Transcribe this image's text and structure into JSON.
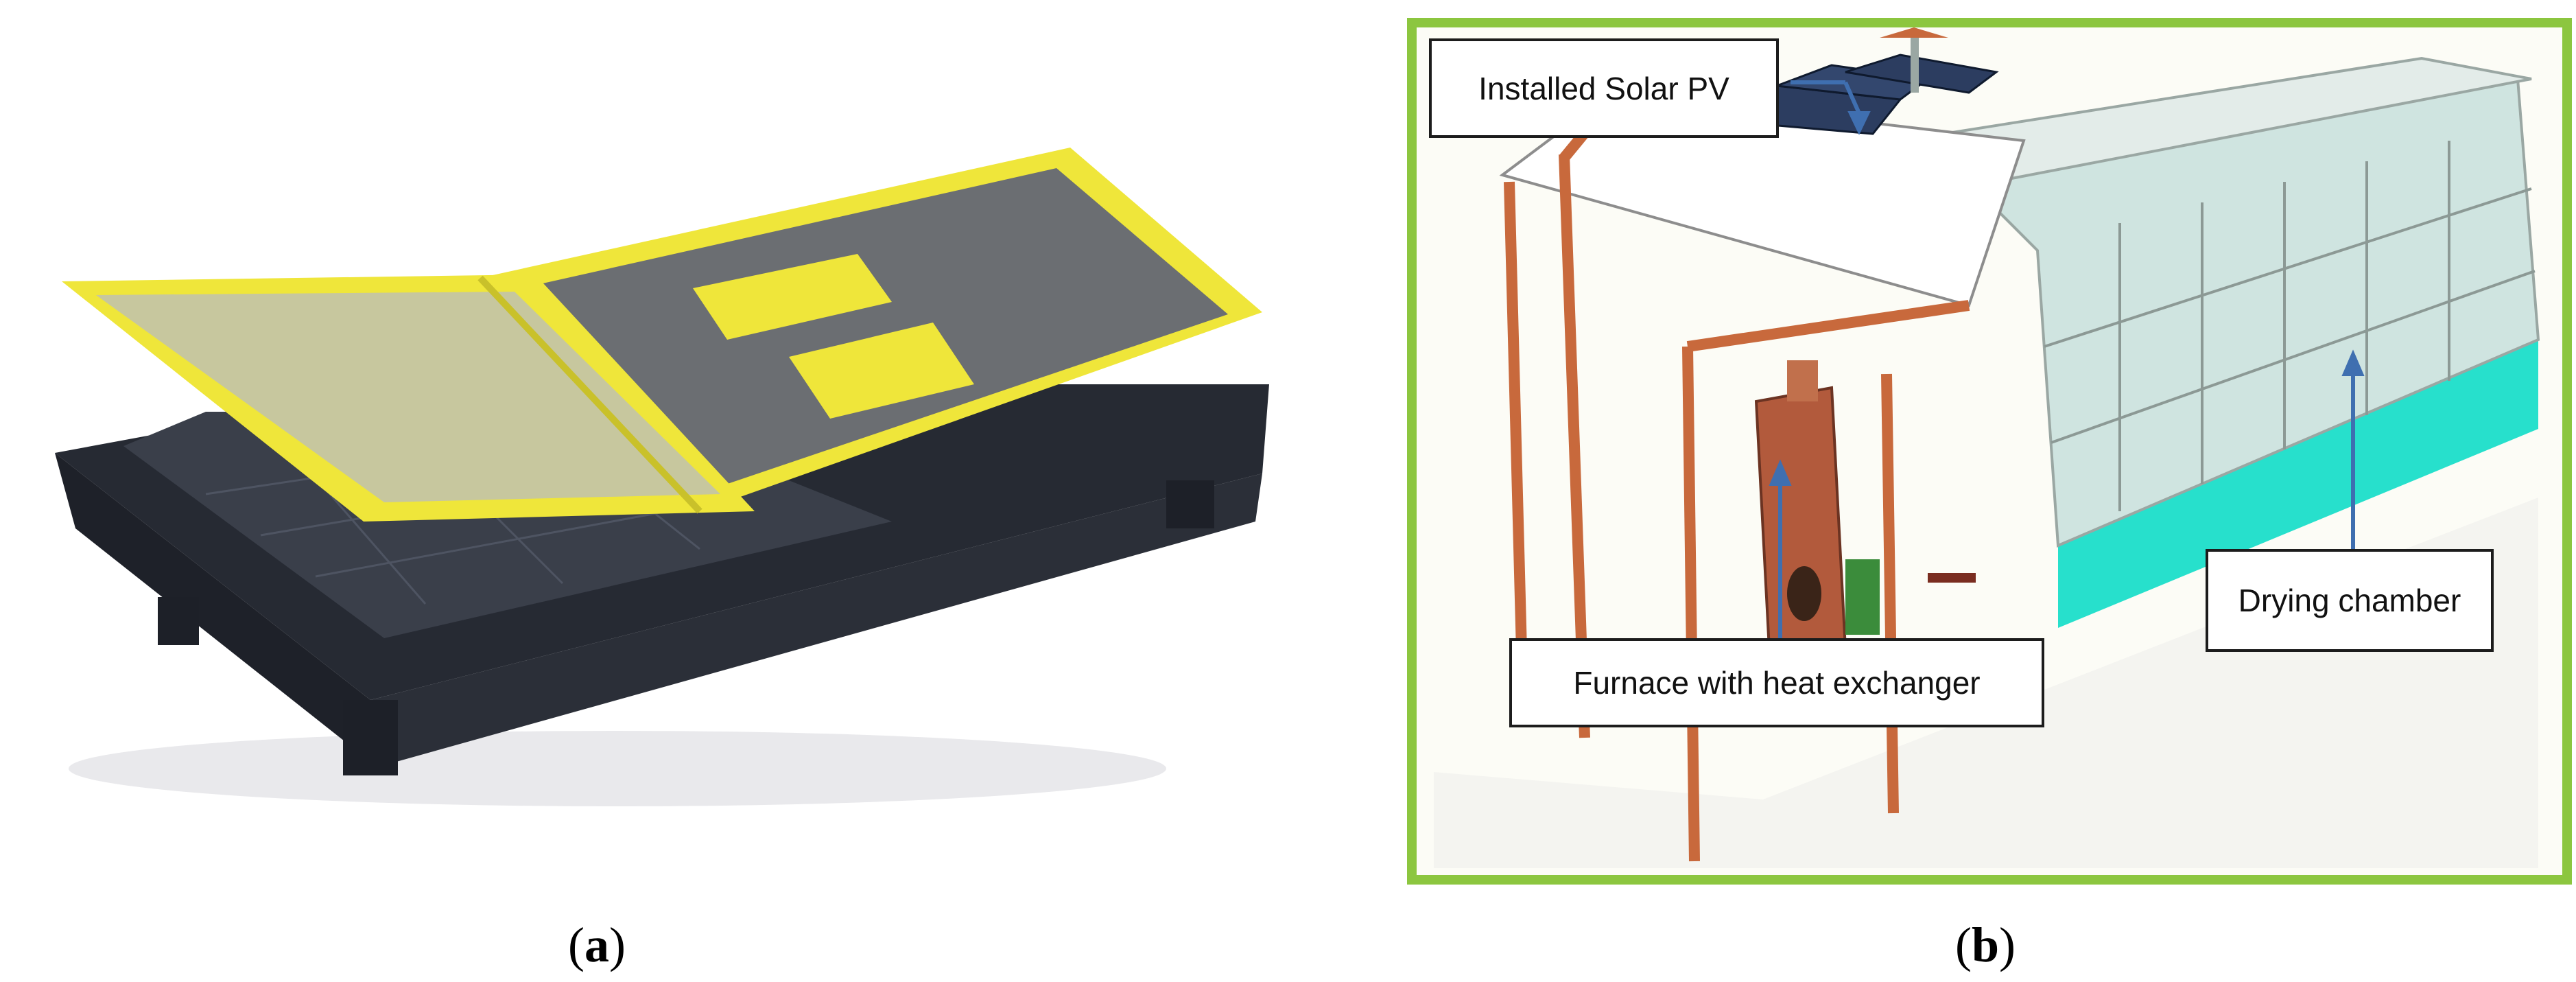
{
  "figure": {
    "panel_a": {
      "caption_letter": "a"
    },
    "panel_b": {
      "caption_letter": "b",
      "callouts": {
        "solar_pv": "Installed Solar PV",
        "furnace": "Furnace with heat exchanger",
        "drying_chamber": "Drying chamber"
      }
    }
  },
  "colors": {
    "tray_body": "#2b2f38",
    "tray_lid_frame": "#efe63a",
    "frame_border": "#8cc63f",
    "timber": "#c8693c",
    "glass": "#cfe4e0",
    "teal_base": "#27e0cc",
    "arrow": "#3f6fb0",
    "brick": "#b25a3c"
  }
}
